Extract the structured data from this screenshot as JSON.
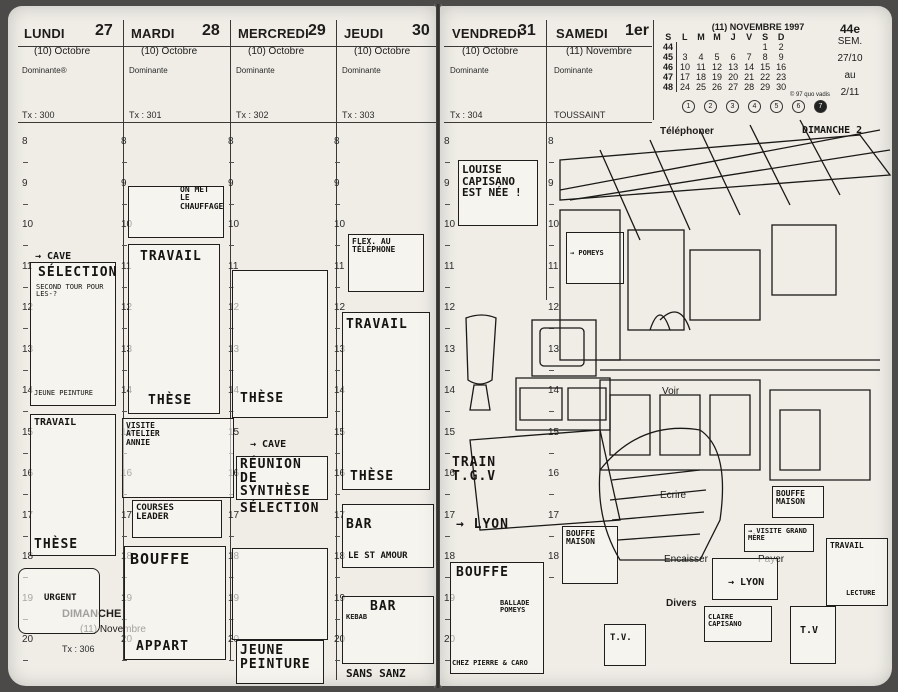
{
  "days": [
    {
      "name": "LUNDI",
      "num": "27",
      "month": "(10) Octobre",
      "dominant": "Dominante®",
      "tx": "Tx : 300"
    },
    {
      "name": "MARDI",
      "num": "28",
      "month": "(10) Octobre",
      "dominant": "Dominante",
      "tx": "Tx : 301"
    },
    {
      "name": "MERCREDI",
      "num": "29",
      "month": "(10) Octobre",
      "dominant": "Dominante",
      "tx": "Tx : 302"
    },
    {
      "name": "JEUDI",
      "num": "30",
      "month": "(10) Octobre",
      "dominant": "Dominante",
      "tx": "Tx : 303"
    },
    {
      "name": "VENDREDI",
      "num": "31",
      "month": "(10) Octobre",
      "dominant": "Dominante",
      "tx": "Tx : 304"
    },
    {
      "name": "SAMEDI",
      "num": "1er",
      "month": "(11) Novembre",
      "dominant": "Dominante",
      "tx": "TOUSSAINT"
    }
  ],
  "hours": [
    "8",
    "9",
    "10",
    "11",
    "12",
    "13",
    "14",
    "15",
    "16",
    "17",
    "18",
    "19",
    "20"
  ],
  "mini_calendar": {
    "title": "(11) NOVEMBRE 1997",
    "headers": [
      "S",
      "L",
      "M",
      "M",
      "J",
      "V",
      "S",
      "D"
    ],
    "rows": [
      [
        "44",
        "",
        "",
        "",
        "",
        "",
        "1",
        "2"
      ],
      [
        "45",
        "3",
        "4",
        "5",
        "6",
        "7",
        "8",
        "9"
      ],
      [
        "46",
        "10",
        "11",
        "12",
        "13",
        "14",
        "15",
        "16"
      ],
      [
        "47",
        "17",
        "18",
        "19",
        "20",
        "21",
        "22",
        "23"
      ],
      [
        "48",
        "24",
        "25",
        "26",
        "27",
        "28",
        "29",
        "30"
      ]
    ],
    "credit": "© 97 quo vadis",
    "circles": [
      "1",
      "2",
      "3",
      "4",
      "5",
      "6",
      "7"
    ]
  },
  "week": {
    "num": "44e",
    "label": "SEM.",
    "from": "27/10",
    "to_word": "au",
    "to": "2/11"
  },
  "sunday": {
    "label": "DIMANCHE",
    "month": "(11) Novembre",
    "tx": "Tx : 306"
  },
  "right_labels": {
    "telephoner": "Téléphoner",
    "voir": "Voir",
    "ecrire": "Ecrire",
    "encaisser": "Encaisser",
    "payer": "Payer",
    "divers": "Divers"
  },
  "hand_notes": {
    "dimanche2": "DIMANCHE 2",
    "louise": "LOUISE CAPISANO EST NÉE !",
    "selection1": "SÉLECTION",
    "second_tour": "SECOND TOUR POUR LES-?",
    "cave1": "→ CAVE",
    "jeune_peinture1": "JEUNE PEINTURE",
    "travail_lundi": "TRAVAIL",
    "these_lundi": "THÈSE",
    "on_met": "ON MET LE CHAUFFAGE",
    "travail_mardi": "TRAVAIL",
    "these_mardi": "THÈSE",
    "visite": "VISITE ATELIER ANNIE",
    "courses": "COURSES LEADER",
    "bouffe_mardi": "BOUFFE",
    "appart": "APPART",
    "these_mercredi": "THÈSE",
    "cave2": "→ CAVE",
    "reunion": "RÉUNION DE SYNTHÈSE",
    "selection2": "SÉLECTION",
    "jeune_peinture2": "JEUNE PEINTURE",
    "flex": "FLEX. AU TÉLÉPHONE",
    "travail_jeudi": "TRAVAIL",
    "these_jeudi": "THÈSE",
    "bar1": "BAR",
    "st_amour": "LE ST AMOUR",
    "bar2": "BAR",
    "sans_sanz": "SANS SANZ",
    "kebab": "KEBAB",
    "train": "TRAIN T.G.V",
    "lyon1": "→ LYON",
    "bouffe_vendredi": "BOUFFE",
    "ballade": "BALLADE POMEYS",
    "chez_pierre": "CHEZ PIERRE & CARO",
    "bouffe_maison_sam": "BOUFFE MAISON",
    "tv1": "T.V.",
    "pomeys": "→ POMEYS",
    "bouffe_maison_dim": "BOUFFE MAISON",
    "visite_gm": "→ VISITE GRAND MÈRE",
    "travail_dim": "TRAVAIL",
    "lecture": "LECTURE",
    "lyon2": "→ LYON",
    "claire": "CLAIRE CAPISANO",
    "tv2": "T.V",
    "urgent": "URGENT"
  }
}
